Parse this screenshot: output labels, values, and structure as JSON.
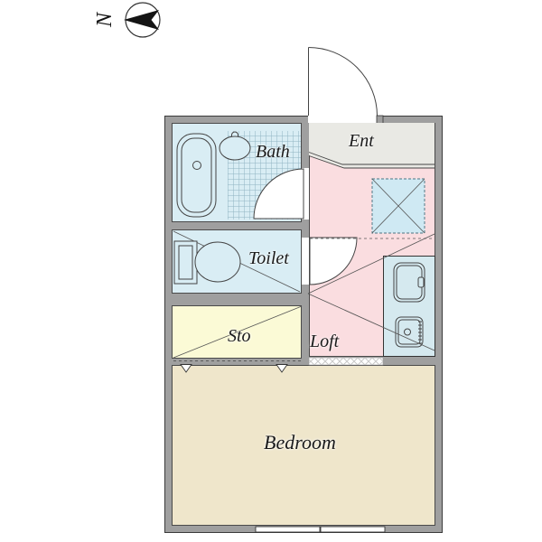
{
  "title": "Apartment floor plan",
  "compass": {
    "label": "N"
  },
  "rooms": {
    "bath": {
      "label": "Bath",
      "color": "#d9edf4"
    },
    "toilet": {
      "label": "Toilet",
      "color": "#d9edf4"
    },
    "storage": {
      "label": "Sto",
      "color": "#fbfad6"
    },
    "entrance": {
      "label": "Ent",
      "color": "#e9e9e4"
    },
    "loft": {
      "label": "Loft",
      "color": "#fadde0"
    },
    "bedroom": {
      "label": "Bedroom",
      "color": "#efe6cb"
    },
    "kitchen_counter": {
      "color": "#d5e9ef"
    }
  },
  "fixtures": [
    "bathtub",
    "wash-basin",
    "bath-tiled-floor",
    "toilet-bowl",
    "toilet-cistern",
    "kitchen-sink",
    "stove",
    "loft-hatch-square",
    "entrance-door",
    "bath-door",
    "toilet-door",
    "storage-folding-door-marks",
    "sliding-window",
    "north-compass"
  ],
  "palette": {
    "wall": "#9f9f9f",
    "wall_outline": "#3a3a3a",
    "line": "#444444",
    "tile_line": "#8fb3c2",
    "loft_square_fill": "#cfe9f3",
    "loft_square_border": "#6a8b98",
    "text": "#1a1a1a"
  }
}
